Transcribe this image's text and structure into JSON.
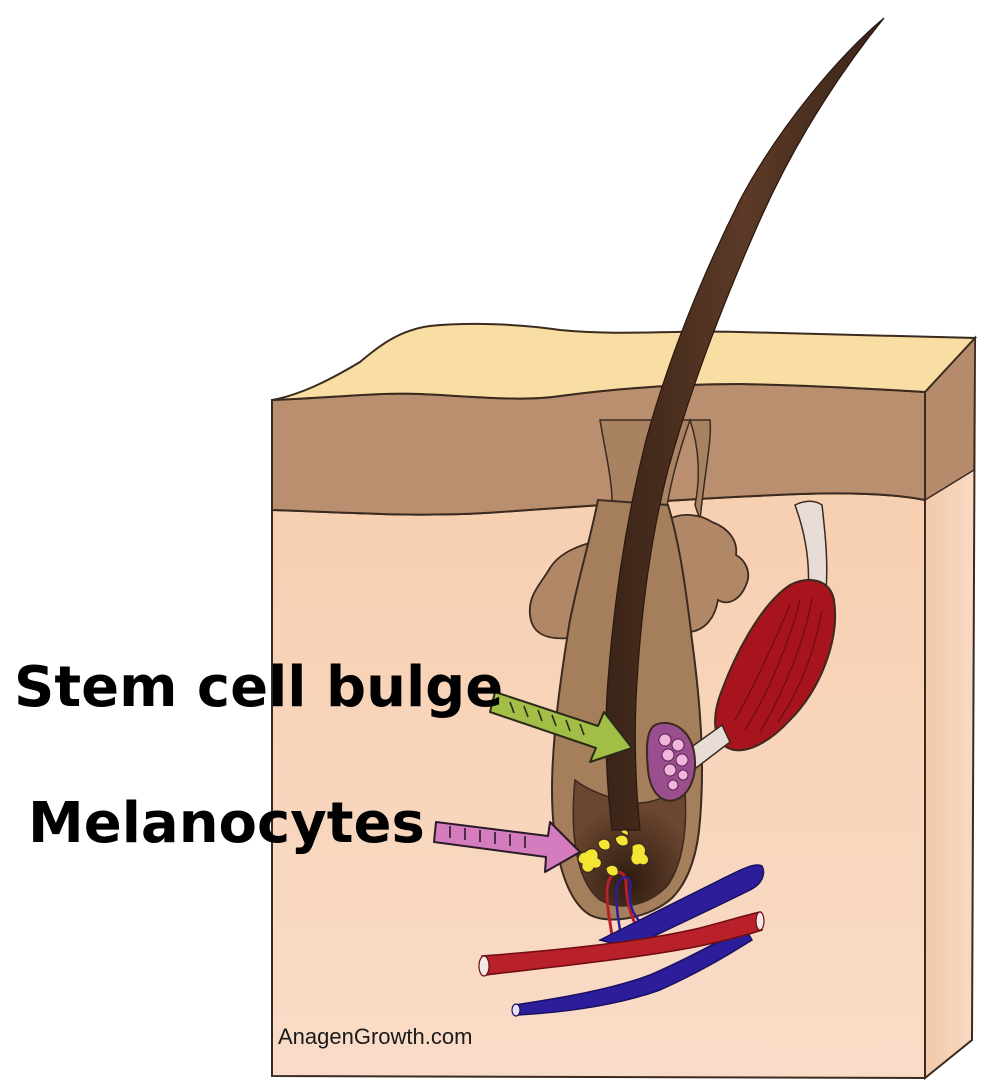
{
  "labels": {
    "stem_cell_bulge": "Stem cell bulge",
    "melanocytes": "Melanocytes"
  },
  "credit": "AnagenGrowth.com",
  "colors": {
    "epidermis_top": "#f8dea2",
    "dermis_upper": "#b98f6f",
    "dermis_lower": "#f8d3b8",
    "hair_shaft": "#4a2e1e",
    "follicle_sheath": "#a57e5c",
    "arrector_muscle": "#a8141e",
    "stem_cell_bulge": "#9a4e8e",
    "bulge_arrow": "#a3be47",
    "melanocyte_arrow": "#d47cbd",
    "melanocytes": "#f4e532",
    "artery": "#b8202a",
    "vein": "#2c1e9a"
  }
}
